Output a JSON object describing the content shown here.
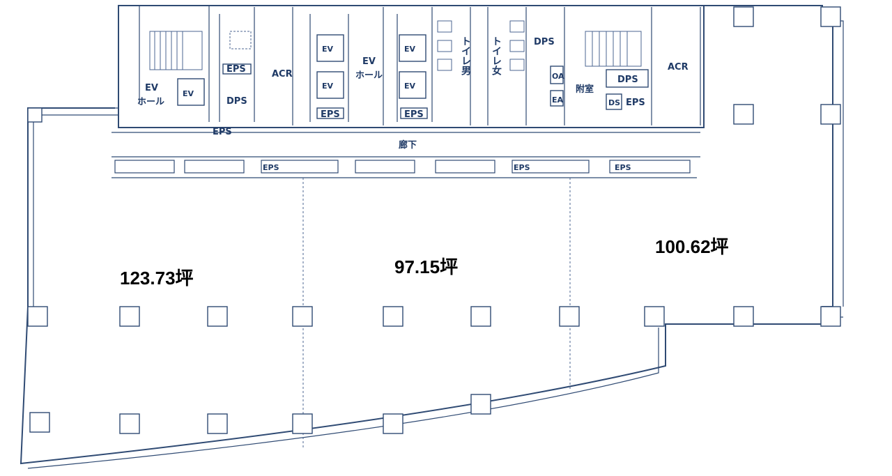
{
  "areas": {
    "west": "123.73坪",
    "middle": "97.15坪",
    "east": "100.62坪"
  },
  "rooms": {
    "ev_hall_left": "EV\nホール",
    "ev_hall_center": "EV\nホール",
    "ev": "EV",
    "eps": "EPS",
    "dps": "DPS",
    "acr": "ACR",
    "corridor": "廊下",
    "toilet_m": "トイレ男",
    "toilet_f": "トイレ女",
    "annex": "附室",
    "oa": "OA",
    "ea": "EA",
    "ds": "DS"
  },
  "colors": {
    "line": "#2f4a73",
    "label": "#1f3a66"
  }
}
